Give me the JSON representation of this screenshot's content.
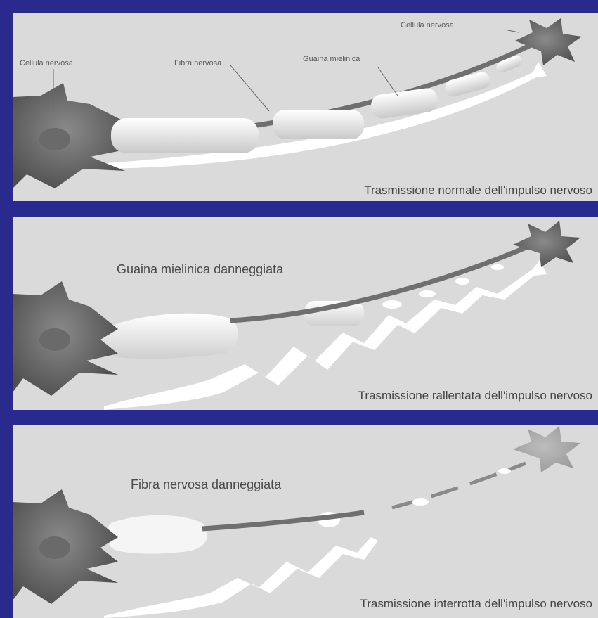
{
  "panels": [
    {
      "caption": "Trasmissione normale dell'impulso nervoso",
      "labels": {
        "cell_left": "Cellula nervosa",
        "fiber": "Fibra nervosa",
        "sheath": "Guaina mielinica",
        "cell_right": "Cellula nervosa"
      }
    },
    {
      "title": "Guaina mielinica danneggiata",
      "caption": "Trasmissione rallentata dell'impulso nervoso"
    },
    {
      "title": "Fibra nervosa danneggiata",
      "caption": "Trasmissione interrotta dell'impulso nervoso"
    }
  ],
  "colors": {
    "frame": "#2a2a8e",
    "panel": "#dadada",
    "neuron": "#6f6f6f",
    "myelin": "#f4f4f4",
    "impulse": "#ffffff"
  }
}
